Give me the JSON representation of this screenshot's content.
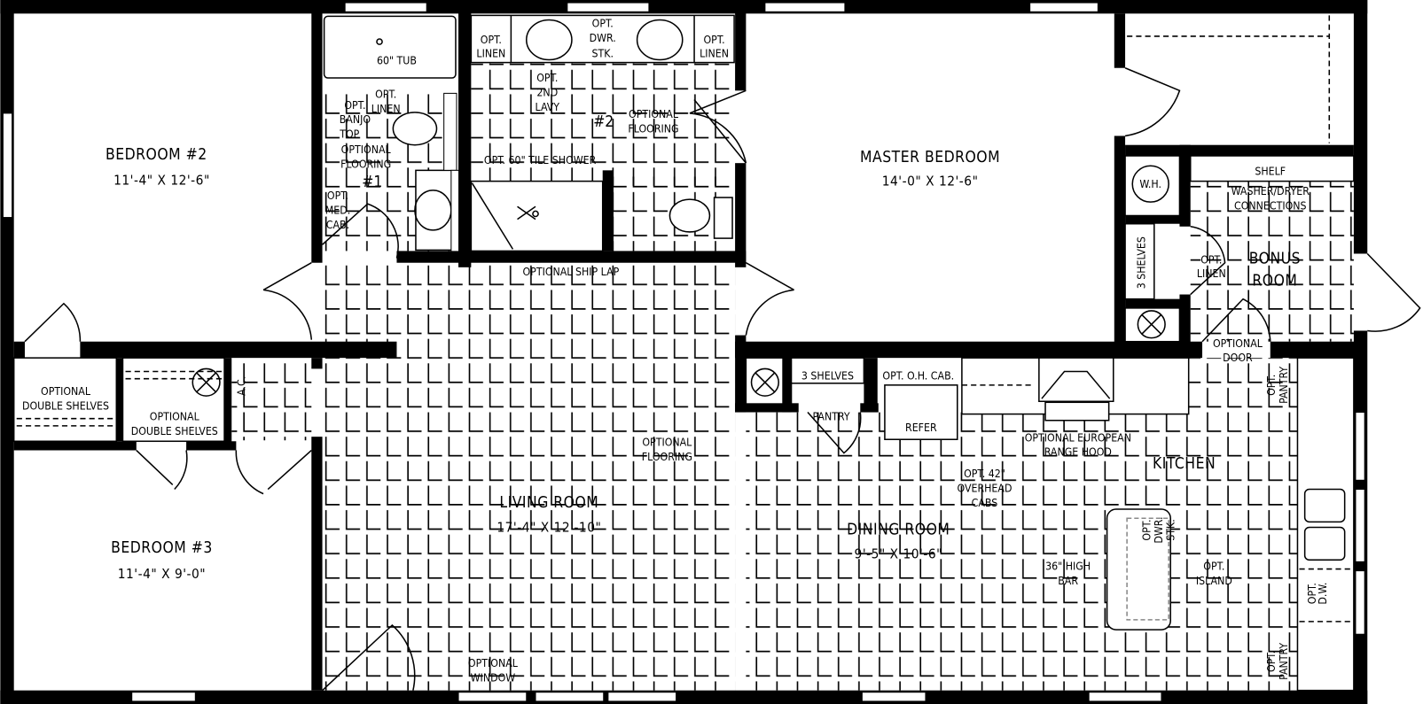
{
  "rooms": {
    "bedroom2": {
      "name": "BEDROOM #2",
      "size": "11'-4\" X 12'-6\""
    },
    "bedroom3": {
      "name": "BEDROOM #3",
      "size": "11'-4\" X 9'-0\""
    },
    "master": {
      "name": "MASTER BEDROOM",
      "size": "14'-0\" X 12'-6\""
    },
    "living": {
      "name": "LIVING ROOM",
      "size": "17'-4\" X 12'-10\""
    },
    "dining": {
      "name": "DINING ROOM",
      "size": "9'-5\" X 10'-6\""
    },
    "kitchen": {
      "name": "KITCHEN"
    },
    "bonus": {
      "name1": "BONUS",
      "name2": "ROOM"
    }
  },
  "labels": {
    "tub": "60\" TUB",
    "opt_linen_1a": "OPT.",
    "opt_linen_1b": "LINEN",
    "opt_dwr_a": "OPT.",
    "opt_dwr_b": "DWR.",
    "opt_dwr_c": "STK.",
    "opt_linen_2a": "OPT.",
    "opt_linen_2b": "LINEN",
    "opt_linen_3a": "OPT.",
    "opt_linen_3b": "LINEN",
    "opt_2nd_a": "OPT.",
    "opt_2nd_b": "2ND",
    "opt_2nd_c": "LAVY",
    "banjo_a": "OPT.",
    "banjo_b": "BANJO",
    "banjo_c": "TOP",
    "flooring1_a": "OPTIONAL",
    "flooring1_b": "FLOORING",
    "flooring1_c": "#1",
    "flooring2_num": "#2",
    "flooring2_a": "OPTIONAL",
    "flooring2_b": "FLOORING",
    "med_a": "OPT.",
    "med_b": "MED.",
    "med_c": "CAB.",
    "tile_shower": "OPT. 60\" TILE SHOWER",
    "ship_lap": "OPTIONAL SHIP LAP",
    "shelf": "SHELF",
    "wd_a": "WASHER/DRYER",
    "wd_b": "CONNECTIONS",
    "wh": "W.H.",
    "three_shelves_v": "3 SHELVES",
    "bonus_linen_a": "OPT.",
    "bonus_linen_b": "LINEN",
    "opt_door_a": "OPTIONAL",
    "opt_door_b": "DOOR",
    "dbl_shelves1_a": "OPTIONAL",
    "dbl_shelves1_b": "DOUBLE SHELVES",
    "dbl_shelves2_a": "OPTIONAL",
    "dbl_shelves2_b": "DOUBLE SHELVES",
    "ac": "A.C.",
    "three_shelves": "3 SHELVES",
    "pantry": "PANTRY",
    "oh_cab": "OPT. O.H. CAB.",
    "refer": "REFER",
    "range_a": "OPTIONAL EUROPEAN",
    "range_b": "RANGE HOOD",
    "living_flooring_a": "OPTIONAL",
    "living_flooring_b": "FLOORING",
    "cabs_a": "OPT. 42\"",
    "cabs_b": "OVERHEAD",
    "cabs_c": "CABS",
    "bar_a": "36\" HIGH",
    "bar_b": "BAR",
    "island_dwr_a": "OPT.",
    "island_dwr_b": "DWR.",
    "island_dwr_c": "STK.",
    "island_a": "OPT.",
    "island_b": "ISLAND",
    "pantry_top_a": "OPT.",
    "pantry_top_b": "PANTRY",
    "pantry_bot_a": "OPT.",
    "pantry_bot_b": "PANTRY",
    "dw_a": "OPT.",
    "dw_b": "D.W.",
    "window_a": "OPTIONAL",
    "window_b": "WINDOW"
  },
  "colors": {
    "ink": "#000000",
    "paper": "#ffffff",
    "dashed": "#888888"
  }
}
